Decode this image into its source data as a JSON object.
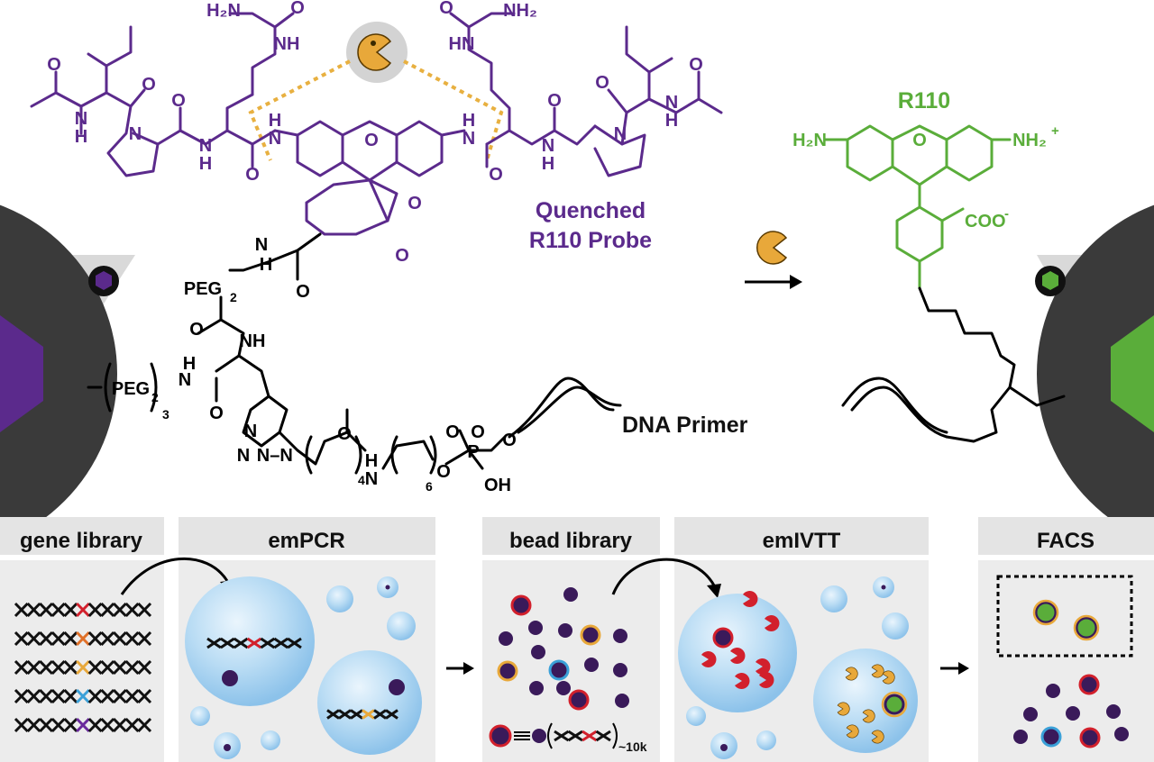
{
  "molecule": {
    "probe_label_line1": "Quenched",
    "probe_label_line2": "R110 Probe",
    "product_label": "R110",
    "dna_label": "DNA Primer",
    "peg2_a": "PEG",
    "peg2_sub": "2",
    "peg_repeat_sub": "3",
    "chain4_sub": "4",
    "chain6_sub": "6",
    "left_nh2": "H₂N",
    "right_nh2": "NH₂",
    "product_h2n": "H₂N",
    "product_nh2": "NH₂",
    "product_plus": "+",
    "coo": "COO",
    "coo_minus": "-"
  },
  "workflow": {
    "steps": [
      "gene library",
      "emPCR",
      "bead library",
      "emIVTT",
      "FACS"
    ],
    "copies_label": "~10k"
  },
  "colors": {
    "probe": "#5b2a8c",
    "product": "#5aad3a",
    "enzyme": "#e8a83a",
    "bead_dark": "#3d3d3d",
    "droplet": "#a9d2f0"
  }
}
